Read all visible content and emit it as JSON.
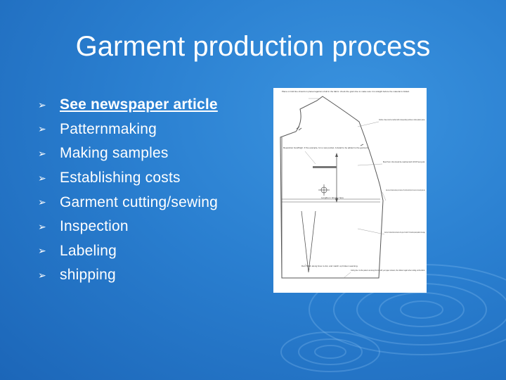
{
  "slide": {
    "title": "Garment production process",
    "items": [
      {
        "label": "See newspaper article",
        "link": true
      },
      {
        "label": "Patternmaking"
      },
      {
        "label": "Making samples"
      },
      {
        "label": "Establishing costs"
      },
      {
        "label": "Garment cutting/sewing"
      },
      {
        "label": "Inspection"
      },
      {
        "label": "Labeling"
      },
      {
        "label": "shipping"
      }
    ]
  },
  "pattern_figure": {
    "notes": {
      "fold": "Place on fold line should on placed against a fold in the fabric. check the grain line to make sure it is straight before the material is folded.",
      "notches": "Notches. these must be matched with corresponding notches on other pattern pieces.",
      "dart": "Reposition bust/thigh. If the example, for a new pocket. A detail to be added to the garment.",
      "bust": "Bust Point. this should be matched with COVP bust point.",
      "seam": "Square drop, used to indicate where allowances, pivots of seamlines, etc. They should be matched with points of the same size on the corresponding pattern pieces.",
      "grain": "Grain line: this should show the direction of the grain of the fabric. This should be placed parallel to the selvage.",
      "lengthen": "Lengthen / shorten here",
      "darts_fold": "Dart: Mark along lines to dot, and match up broken seaming.",
      "cutting": "Cutting line. Cut the pattern out along this line with your paper scissors, then follow it again when cutting out the fabric."
    }
  }
}
